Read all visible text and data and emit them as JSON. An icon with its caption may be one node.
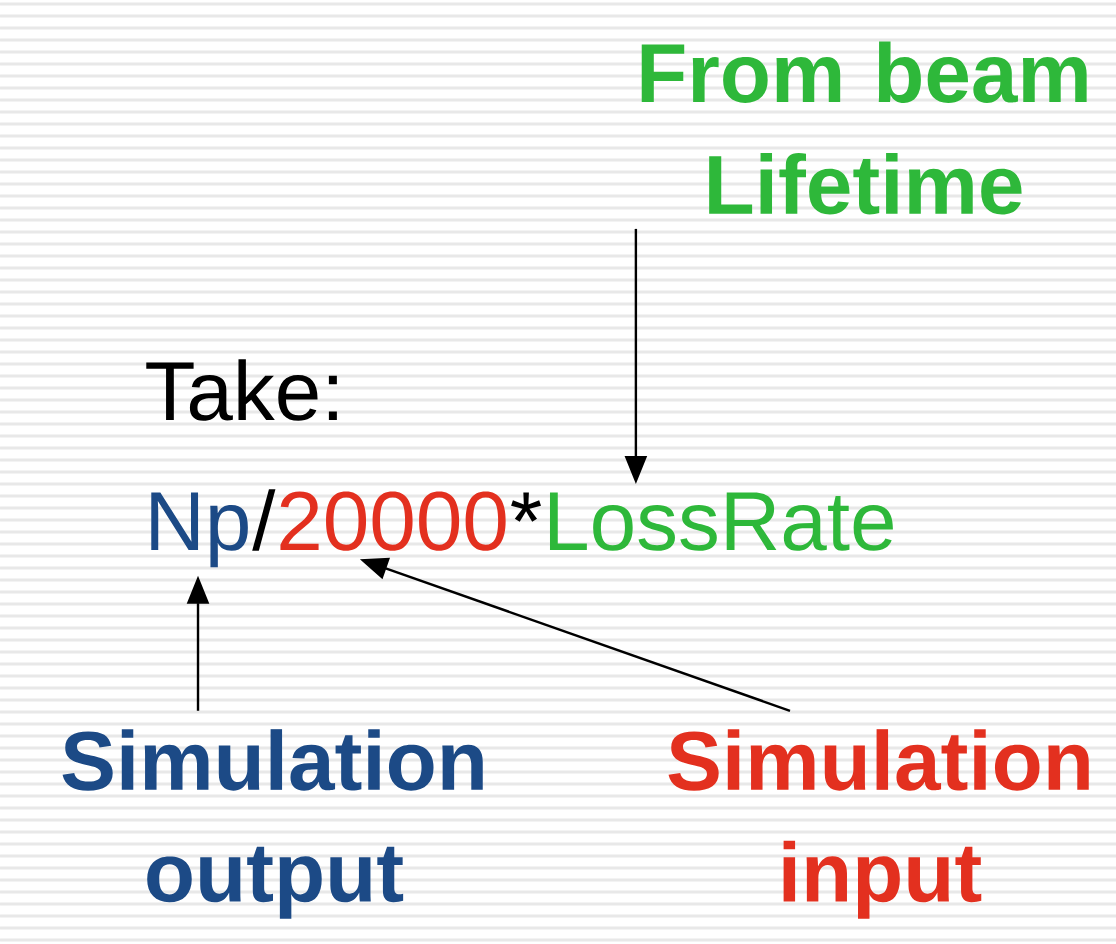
{
  "diagram": {
    "nodes": [
      {
        "text": [
          "From beam Lifetime"
        ]
      },
      {
        "text": [
          "Np"
        ]
      },
      {
        "text": [
          "20000"
        ]
      },
      {
        "text": [
          "LossRate"
        ]
      },
      {
        "text": [
          "Simulation output"
        ]
      },
      {
        "text": [
          "Simulation input"
        ]
      }
    ],
    "edges": [
      {
        "from": 0,
        "to": 3,
        "arrow": "to"
      },
      {
        "from": 4,
        "to": 1,
        "arrow": "to"
      },
      {
        "from": 5,
        "to": 2,
        "arrow": "to"
      }
    ],
    "labels": [
      "Take:",
      "/",
      "*"
    ]
  }
}
